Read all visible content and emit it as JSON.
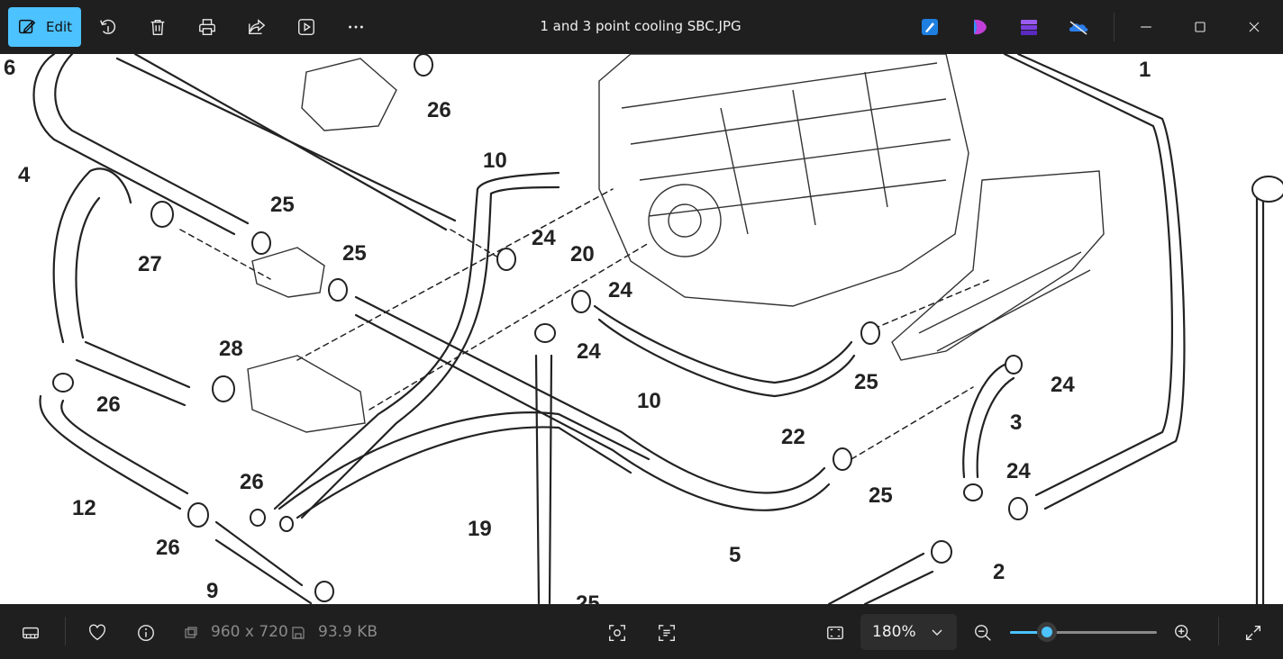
{
  "window": {
    "title": "1 and 3 point cooling SBC.JPG"
  },
  "toolbar": {
    "edit_label": "Edit",
    "icons": [
      "edit-icon",
      "rotate-icon",
      "delete-icon",
      "print-icon",
      "share-icon",
      "slideshow-icon",
      "more-icon"
    ]
  },
  "apps": [
    "designer-icon",
    "clipchamp-icon",
    "onedrive-icon"
  ],
  "diagram": {
    "labels": [
      "6",
      "26",
      "10",
      "1",
      "4",
      "25",
      "27",
      "24",
      "20",
      "25",
      "28",
      "26",
      "10",
      "22",
      "25",
      "24",
      "3",
      "12",
      "26",
      "9",
      "26",
      "19",
      "5",
      "25",
      "24",
      "2",
      "25"
    ]
  },
  "statusbar": {
    "dimensions": "960 x 720",
    "filesize": "93.9 KB",
    "zoom": "180%",
    "zoom_fraction": 0.25
  },
  "colors": {
    "accent": "#4cc2ff",
    "chrome": "#1f1f1f"
  }
}
